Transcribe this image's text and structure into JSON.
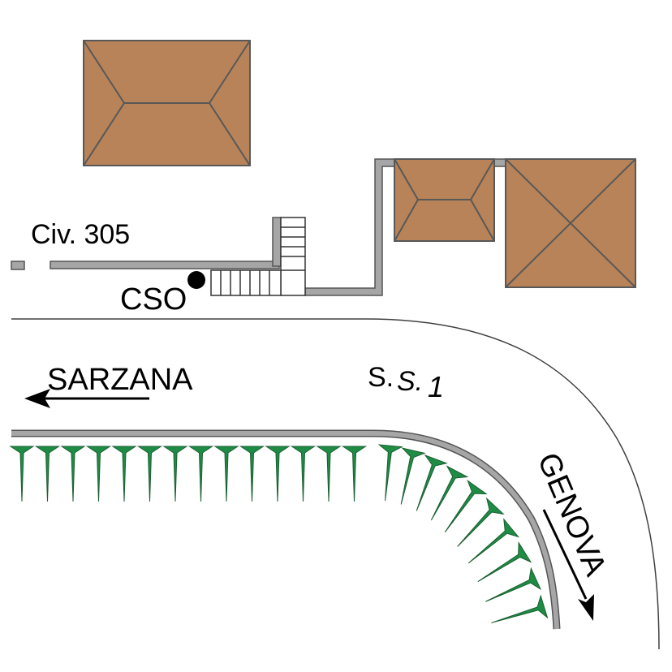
{
  "labels": {
    "house_number": "Civ. 305",
    "marker": "CSO",
    "road_name_1": "S.",
    "road_name_2": "S.",
    "road_name_3": "1",
    "direction_west": "SARZANA",
    "direction_south": "GENOVA"
  },
  "colors": {
    "roof": "#b88358",
    "roof_edge": "#585858",
    "wall": "#a6a6a6",
    "vegetation": "#1e8c45",
    "road_line": "#404040",
    "text": "#000000"
  },
  "icons": {
    "marker": "black-dot",
    "arrow_west": "arrow-left",
    "arrow_south": "arrow-down-right"
  }
}
